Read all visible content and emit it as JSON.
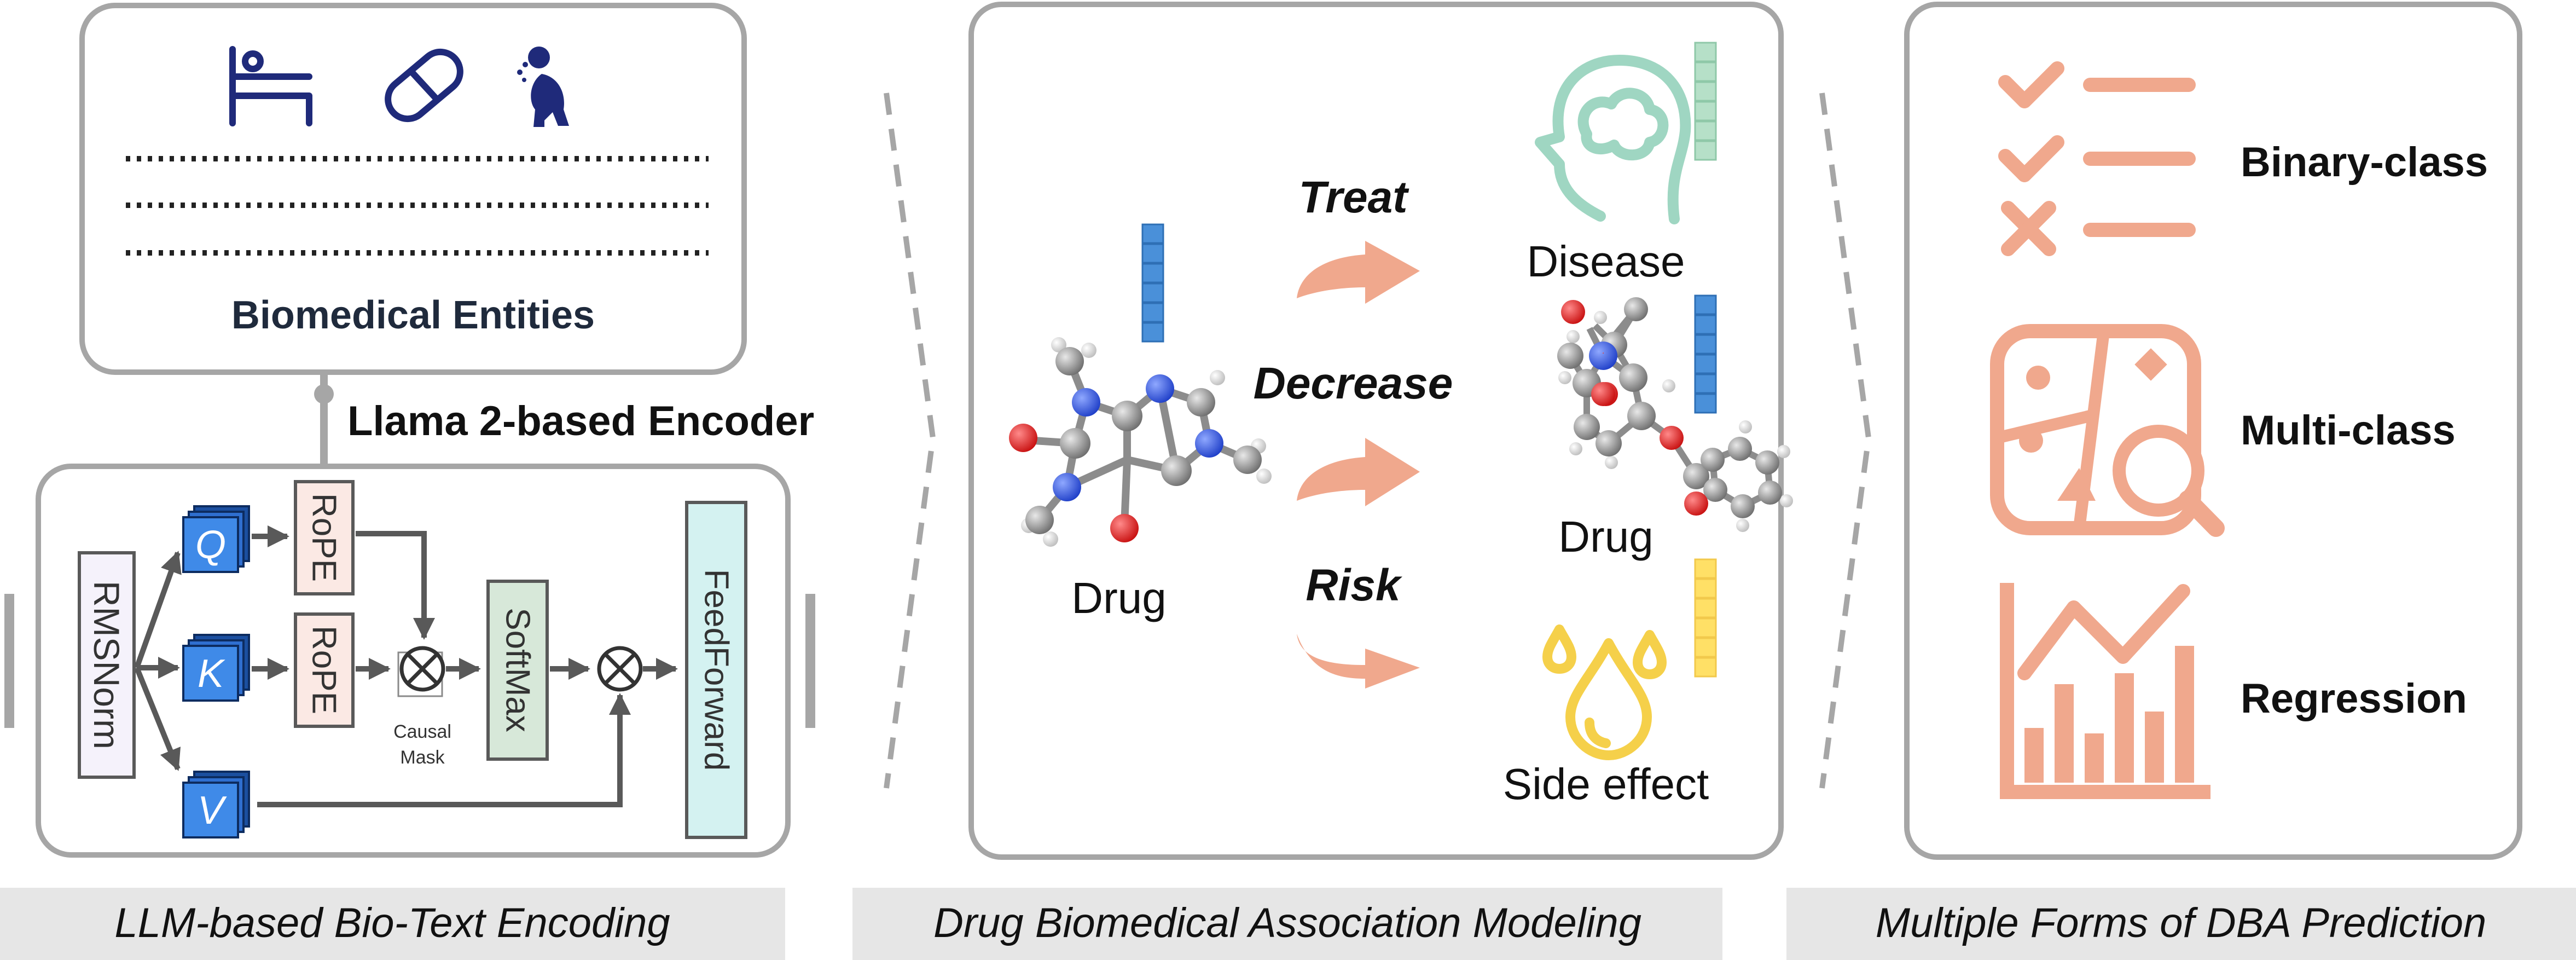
{
  "left": {
    "entities_title": "Biomedical Entities",
    "encoder_title": "Llama 2-based Encoder",
    "rmsnorm": "RMSNorm",
    "q": "Q",
    "k": "K",
    "v": "V",
    "rope": "RoPE",
    "causal_mask_line1": "Causal",
    "causal_mask_line2": "Mask",
    "softmax": "SoftMax",
    "feedforward": "FeedForward",
    "caption": "LLM-based Bio-Text Encoding"
  },
  "middle": {
    "drug_left": "Drug",
    "treat": "Treat",
    "decrease": "Decrease",
    "risk": "Risk",
    "disease": "Disease",
    "drug_right": "Drug",
    "side_effect": "Side effect",
    "caption": "Drug Biomedical Association Modeling"
  },
  "right": {
    "binary": "Binary-class",
    "multi": "Multi-class",
    "regression": "Regression",
    "caption": "Multiple Forms of DBA Prediction"
  },
  "colors": {
    "navy": "#1f2a7a",
    "frame": "#a6a6a6",
    "arrow_gray": "#595959",
    "salmon": "#f0a88d",
    "embed_blue": "#4a90d9",
    "embed_green": "#b6e0c8",
    "embed_yellow": "#ffe066",
    "caption_bg": "#e6e6e6"
  }
}
